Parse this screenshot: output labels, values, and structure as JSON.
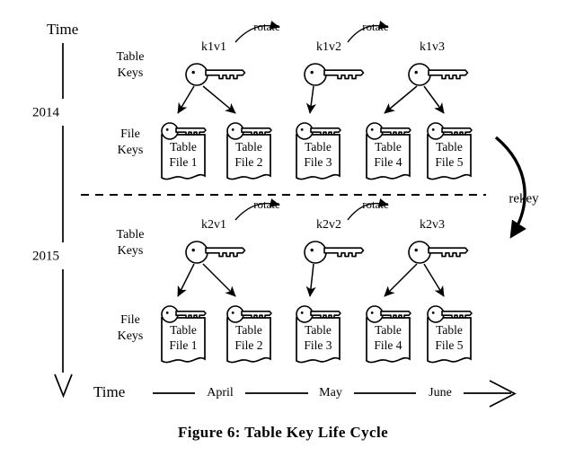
{
  "figure": {
    "caption": "Figure 6: Table Key Life Cycle",
    "vertical_axis_label": "Time",
    "horizontal_axis_label": "Time"
  },
  "vertical_axis": {
    "label": "Time",
    "year_ticks": [
      "2014",
      "2015"
    ],
    "direction": "downward"
  },
  "horizontal_axis": {
    "label": "Time",
    "months": [
      "April",
      "May",
      "June"
    ],
    "direction": "rightward"
  },
  "row_labels": {
    "table_keys": "Table\nKeys",
    "table_keys_line1": "Table",
    "table_keys_line2": "Keys",
    "file_keys_line1": "File",
    "file_keys_line2": "Keys"
  },
  "rekey": {
    "label": "rekey"
  },
  "rotate": {
    "label": "rotate"
  },
  "cycles": [
    {
      "year": "2014",
      "table_keys": [
        "k1v1",
        "k1v2",
        "k1v3"
      ],
      "files": [
        {
          "line1": "Table",
          "line2": "File 1",
          "parent_key": "k1v1"
        },
        {
          "line1": "Table",
          "line2": "File 2",
          "parent_key": "k1v1"
        },
        {
          "line1": "Table",
          "line2": "File 3",
          "parent_key": "k1v2"
        },
        {
          "line1": "Table",
          "line2": "File 4",
          "parent_key": "k1v3"
        },
        {
          "line1": "Table",
          "line2": "File 5",
          "parent_key": "k1v3"
        }
      ],
      "rotate_labels": [
        "rotate",
        "rotate"
      ]
    },
    {
      "year": "2015",
      "table_keys": [
        "k2v1",
        "k2v2",
        "k2v3"
      ],
      "files": [
        {
          "line1": "Table",
          "line2": "File 1",
          "parent_key": "k2v1"
        },
        {
          "line1": "Table",
          "line2": "File 2",
          "parent_key": "k2v1"
        },
        {
          "line1": "Table",
          "line2": "File 3",
          "parent_key": "k2v2"
        },
        {
          "line1": "Table",
          "line2": "File 4",
          "parent_key": "k2v3"
        },
        {
          "line1": "Table",
          "line2": "File 5",
          "parent_key": "k2v3"
        }
      ],
      "rotate_labels": [
        "rotate",
        "rotate"
      ]
    }
  ],
  "colors": {
    "ink": "#000000",
    "paper": "#ffffff"
  }
}
